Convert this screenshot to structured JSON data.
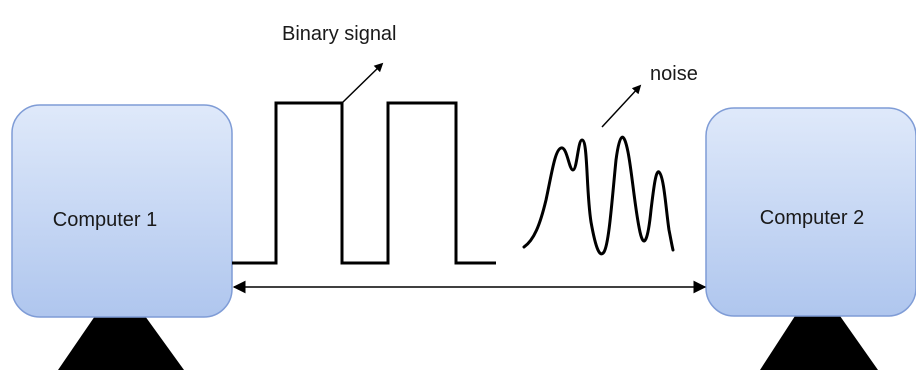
{
  "diagram": {
    "nodes": {
      "computer_1": {
        "label": "Computer 1"
      },
      "computer_2": {
        "label": "Computer 2"
      }
    },
    "annotations": {
      "binary_signal": "Binary signal",
      "noise": "noise"
    },
    "colors": {
      "node_fill_top": "#dfe9fa",
      "node_fill_bottom": "#afc6ee",
      "node_stroke": "#7f9cd6",
      "stand_fill": "#000000",
      "line": "#000000"
    }
  }
}
